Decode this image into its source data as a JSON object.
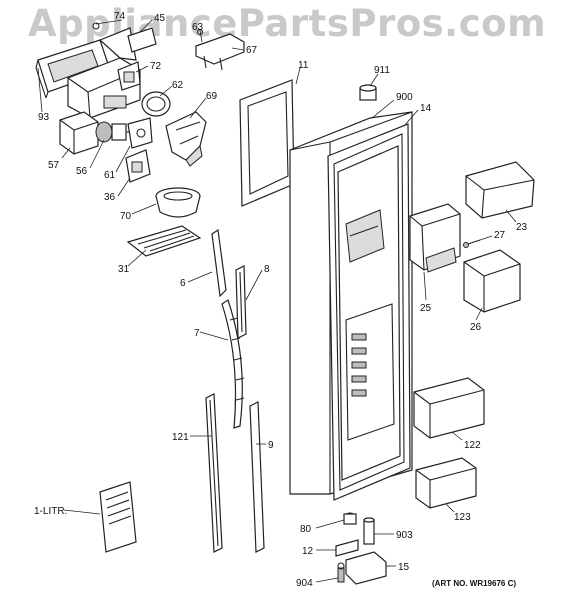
{
  "watermark": "AppliancePartsPros.com",
  "art_number": "(ART NO. WR19676 C)",
  "callouts": {
    "c74": "74",
    "c45": "45",
    "c63": "63",
    "c67": "67",
    "c72": "72",
    "c93": "93",
    "c62": "62",
    "c69": "69",
    "c11": "11",
    "c911": "911",
    "c900": "900",
    "c14": "14",
    "c57": "57",
    "c56": "56",
    "c61": "61",
    "c36": "36",
    "c70": "70",
    "c23": "23",
    "c27": "27",
    "c31": "31",
    "c6": "6",
    "c8": "8",
    "c25": "25",
    "c26": "26",
    "c7": "7",
    "c121": "121",
    "c9": "9",
    "c122": "122",
    "c1litr": "1-LITR.",
    "c123": "123",
    "c80": "80",
    "c903": "903",
    "c12": "12",
    "c904": "904",
    "c15": "15"
  }
}
